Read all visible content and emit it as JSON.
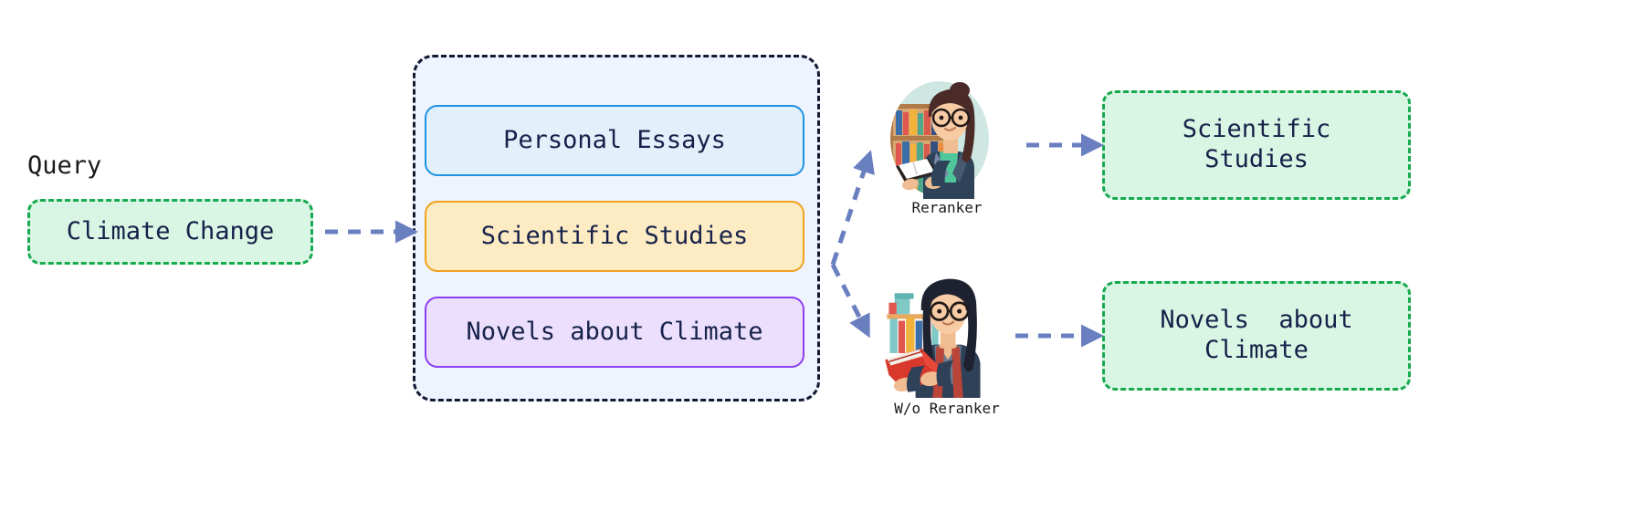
{
  "diagram": {
    "title_label": "Query",
    "query": {
      "label": "Query",
      "value": "Climate Change"
    },
    "retrieved_container": {
      "name": "retrieved-candidates",
      "items": [
        {
          "label": "Personal Essays",
          "accent": "#1f93e3",
          "fill": "#e2f0fb"
        },
        {
          "label": "Scientific Studies",
          "accent": "#f0a11e",
          "fill": "#fdecc3"
        },
        {
          "label": "Novels about Climate",
          "accent": "#8b3ff2",
          "fill": "#ecdffd"
        }
      ],
      "border_color": "#121b33",
      "fill": "#eef3fd"
    },
    "branches": [
      {
        "caption": "Reranker",
        "figure": "woman-reading-book-bookshelf-icon",
        "result": "Scientific\nStudies"
      },
      {
        "caption": "W/o Reranker",
        "figure": "woman-holding-red-book-icon",
        "result": "Novels  about\nClimate"
      }
    ],
    "colors": {
      "arrow": "#6a7fc0",
      "green_border": "#17a94f",
      "green_fill": "#d8f6e3",
      "text": "#16214a"
    }
  }
}
